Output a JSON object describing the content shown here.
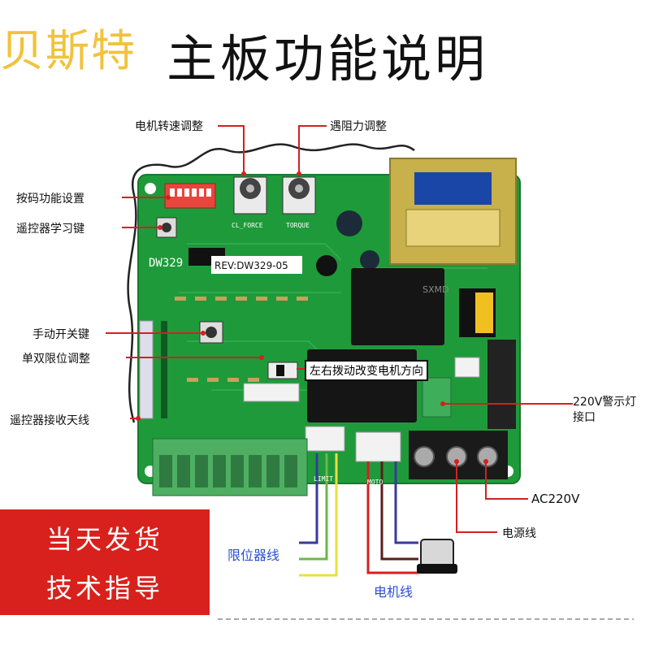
{
  "header": {
    "brand": "贝斯特",
    "title": "主板功能说明"
  },
  "labels": {
    "motor_speed": "电机转速调整",
    "obstacle_force": "遇阻力调整",
    "dip_setting": "按码功能设置",
    "remote_learn": "遥控器学习键",
    "manual_switch": "手动开关键",
    "limit_adjust": "单双限位调整",
    "antenna": "遥控器接收天线",
    "switch_direction": "左右拨动改变电机方向",
    "warning_light_line1": "220V警示灯",
    "warning_light_line2": "接口",
    "ac220v": "AC220V",
    "power_line": "电源线",
    "limit_line": "限位器线",
    "motor_line": "电机线"
  },
  "promo": {
    "line1": "当天发货",
    "line2": "技术指导"
  },
  "board": {
    "model": "DW329",
    "rev": "REV:DW329-05",
    "pot_left": "CL_FORCE",
    "pot_right": "TORQUE",
    "limit_label": "LIMIT",
    "motor_label": "MOTO",
    "relay_brand": "SXMD"
  },
  "colors": {
    "pcb": "#1f9a3a",
    "pointer": "#d42020",
    "promo": "#d8211c",
    "brand": "#f2c23a"
  }
}
